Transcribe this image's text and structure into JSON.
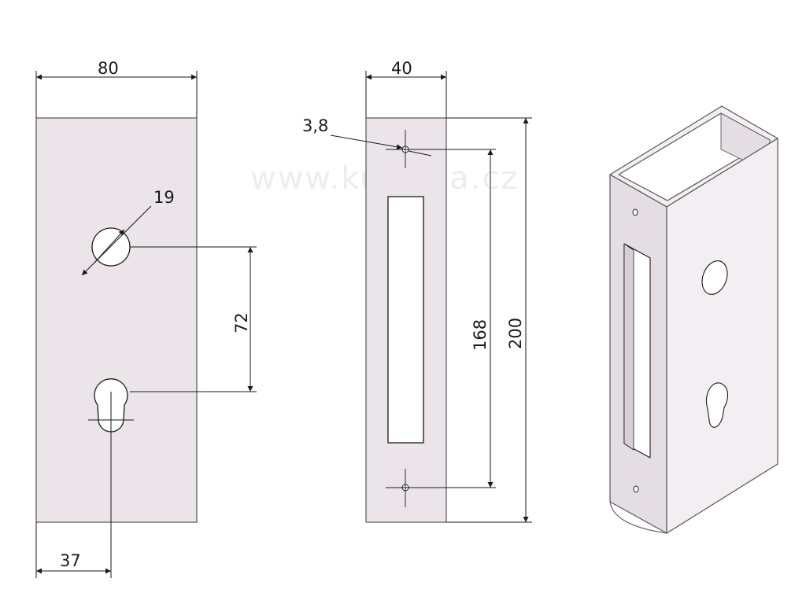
{
  "watermark": "www.kuruma.cz",
  "colors": {
    "plate_fill": "#ebe4e8",
    "plate_stroke": "#555555",
    "line": "#1a1a1a",
    "box_light": "#f2eef2",
    "box_mid": "#e4dde3",
    "box_dark": "#cfc6cd"
  },
  "front_view": {
    "width_label": "80",
    "hole_diameter_label": "19",
    "hole_spacing_label": "72",
    "cylinder_offset_label": "37"
  },
  "side_view": {
    "width_label": "40",
    "screw_hole_label": "3,8",
    "screw_spacing_label": "168",
    "height_label": "200"
  }
}
